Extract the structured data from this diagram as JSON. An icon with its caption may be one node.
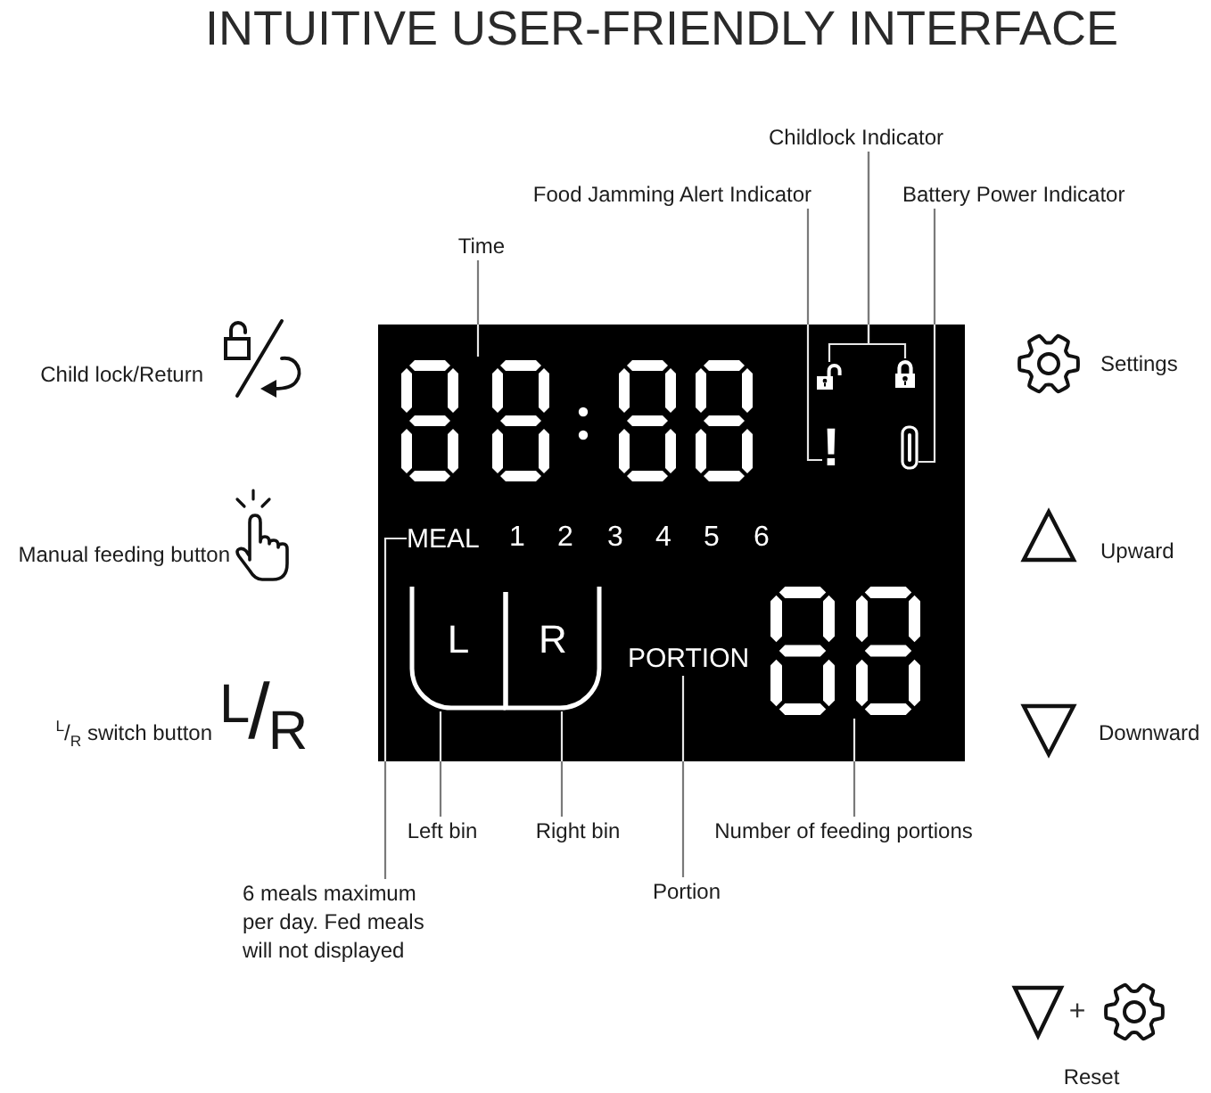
{
  "diagram": {
    "title": "INTUITIVE USER-FRIENDLY INTERFACE",
    "nodes": [
      {
        "text": [
          "Childlock Indicator"
        ]
      },
      {
        "text": [
          "Food Jamming Alert Indicator"
        ]
      },
      {
        "text": [
          "Battery Power Indicator"
        ]
      },
      {
        "text": [
          "Time"
        ]
      },
      {
        "text": [],
        "shape": "box"
      },
      {
        "text": [],
        "shape": "picture",
        "in": 4
      },
      {
        "text": [],
        "shape": "picture",
        "in": 4
      },
      {
        "text": [],
        "shape": "picture",
        "in": 4
      },
      {
        "text": [
          "!"
        ],
        "in": 4
      },
      {
        "text": [],
        "shape": "picture",
        "in": 4
      },
      {
        "text": [
          "MEAL"
        ],
        "in": 4
      },
      {
        "text": [
          "L"
        ],
        "in": 4
      },
      {
        "text": [
          "R"
        ],
        "in": 4
      },
      {
        "text": [
          "PORTION"
        ],
        "in": 4
      },
      {
        "text": [],
        "shape": "picture",
        "in": 4
      },
      {
        "text": [
          "Left bin"
        ]
      },
      {
        "text": [
          "Right bin"
        ]
      },
      {
        "text": [
          "Number of feeding portions"
        ]
      },
      {
        "text": [
          "6 meals maximum per day. Fed meals will not displayed"
        ]
      },
      {
        "text": [
          "Portion"
        ]
      }
    ],
    "edges": [
      {
        "from": 0,
        "to": 6,
        "arrow": "none"
      },
      {
        "from": 0,
        "to": 7,
        "arrow": "none"
      },
      {
        "from": 1,
        "to": 8,
        "arrow": "none"
      },
      {
        "from": 2,
        "to": 9,
        "arrow": "none"
      },
      {
        "from": 3,
        "to": 5,
        "arrow": "none"
      },
      {
        "from": 18,
        "to": 10,
        "arrow": "none"
      },
      {
        "from": 15,
        "to": 11,
        "arrow": "none"
      },
      {
        "from": 16,
        "to": 12,
        "arrow": "none"
      },
      {
        "from": 19,
        "to": 13,
        "arrow": "none"
      },
      {
        "from": 17,
        "to": 14,
        "arrow": "none"
      }
    ],
    "labels": [
      "Child lock/Return",
      "Settings",
      "1",
      "2",
      "3",
      "4",
      "5",
      "6",
      "Manual feeding button",
      "Upward",
      "$^{L}$/$_{R}$ switch button",
      "$^{L}$/$_{R}$",
      "Downward",
      "+",
      "Reset"
    ]
  }
}
